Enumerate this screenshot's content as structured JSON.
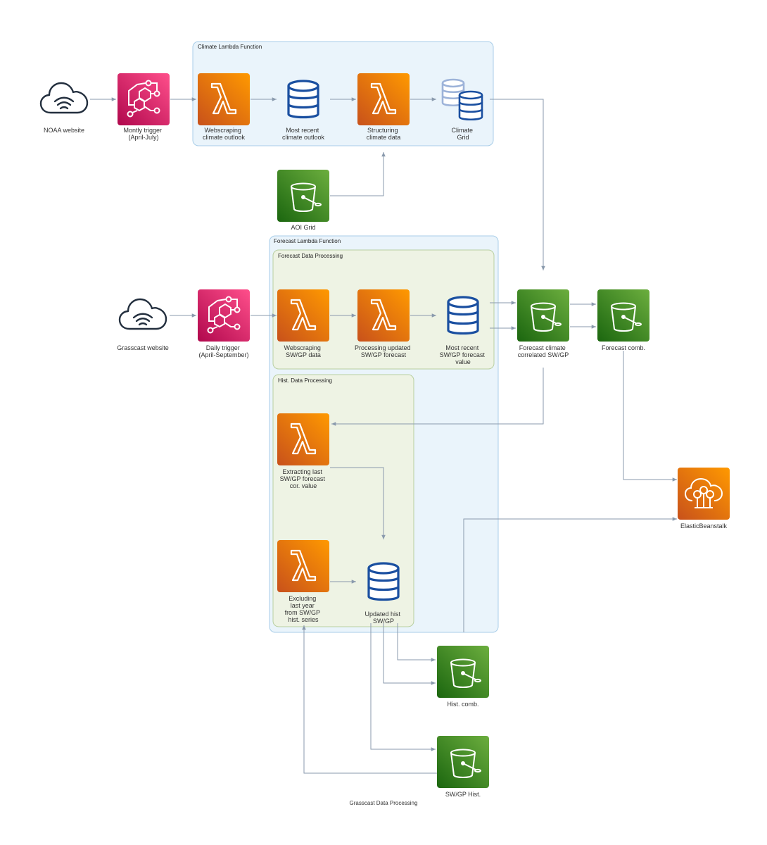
{
  "clusters": {
    "climate": "Climate Lambda Function",
    "forecast": "Forecast Lambda Function",
    "forecast_processing": "Forecast Data Processing",
    "hist_processing": "Hist. Data Processing"
  },
  "nodes": {
    "noaa": [
      "NOAA website"
    ],
    "monthly_trigger": [
      "Montly trigger",
      "(April-July)"
    ],
    "webscraping_climate": [
      "Webscraping",
      "climate outlook"
    ],
    "recent_climate": [
      "Most recent",
      "climate outlook"
    ],
    "structuring": [
      "Structuring",
      "climate data"
    ],
    "climate_grid": [
      "Climate",
      "Grid"
    ],
    "aoi_grid": [
      "AOI Grid"
    ],
    "grasscast": [
      "Grasscast website"
    ],
    "daily_trigger": [
      "Daily trigger",
      "(April-September)"
    ],
    "webscraping_swgp": [
      "Webscraping",
      "SW/GP data"
    ],
    "processing_updated": [
      "Processing updated",
      "SW/GP forecast"
    ],
    "recent_swgp": [
      "Most recent",
      "SW/GP forecast",
      "value"
    ],
    "forecast_climate": [
      "Forecast climate",
      "correlated SW/GP"
    ],
    "forecast_comb": [
      "Forecast comb."
    ],
    "extracting": [
      "Extracting last",
      "SW/GP forecast",
      "cor. value"
    ],
    "excluding": [
      "Excluding",
      "last year",
      "from SW/GP",
      "hist. series"
    ],
    "updated_hist": [
      "Updated hist",
      "SW/GP"
    ],
    "hist_comb": [
      "Hist. comb."
    ],
    "swgp_hist": [
      "SW/GP Hist."
    ],
    "elasticbeanstalk": [
      "ElasticBeanstalk"
    ]
  },
  "diagram_title": "Grasscast Data Processing",
  "icons": {
    "noaa": "internet-cloud-icon",
    "monthly_trigger": "eventbridge-icon",
    "webscraping_climate": "lambda-icon",
    "recent_climate": "database-icon",
    "structuring": "lambda-icon",
    "climate_grid": "database-pair-icon",
    "aoi_grid": "s3-bucket-icon",
    "grasscast": "internet-cloud-icon",
    "daily_trigger": "eventbridge-icon",
    "webscraping_swgp": "lambda-icon",
    "processing_updated": "lambda-icon",
    "recent_swgp": "database-icon",
    "forecast_climate": "s3-bucket-icon",
    "forecast_comb": "s3-bucket-icon",
    "extracting": "lambda-icon",
    "excluding": "lambda-icon",
    "updated_hist": "database-icon",
    "hist_comb": "s3-bucket-icon",
    "swgp_hist": "s3-bucket-icon",
    "elasticbeanstalk": "elastic-beanstalk-icon"
  },
  "colors": {
    "lambda": "#e8700e",
    "eventbridge": "#d6246e",
    "s3": "#3f8624",
    "beanstalk": "#e8700e",
    "database": "#1a4fa0",
    "edge": "#8a9aad",
    "cluster_blue": "#eaf4fb",
    "cluster_green": "#eef3e4"
  }
}
